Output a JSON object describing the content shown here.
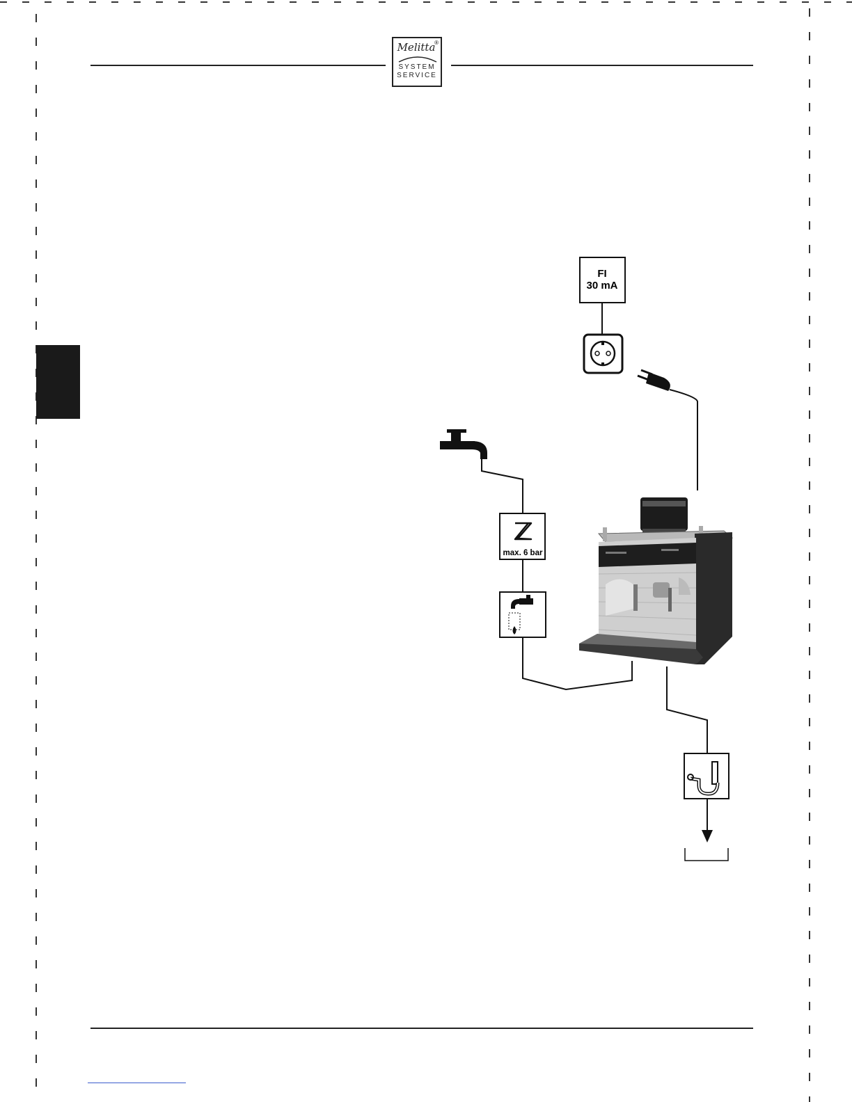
{
  "logo": {
    "brand": "Melitta",
    "line1": "SYSTEM",
    "line2": "SERVICE"
  },
  "diagram": {
    "fi_line1": "FI",
    "fi_line2": "30 mA",
    "pressure_label": "max. 6 bar",
    "icons": [
      "water-tap-icon",
      "pressure-limiter-icon",
      "water-filter-icon",
      "socket-icon",
      "plug-icon",
      "drain-trap-icon",
      "drain-arrow-icon"
    ]
  },
  "colors": {
    "ink": "#111111",
    "link_line": "#3b5bcc",
    "tab": "#1a1a1a"
  }
}
